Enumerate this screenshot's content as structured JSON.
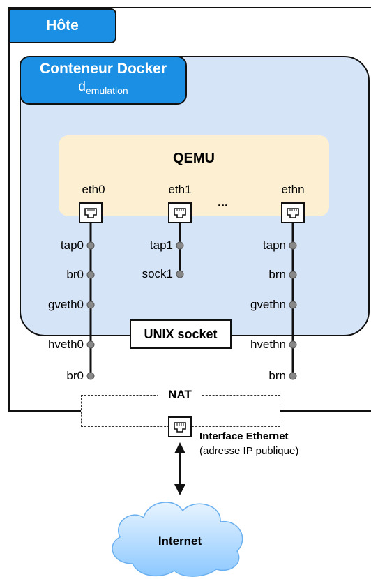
{
  "host": {
    "label": "Hôte"
  },
  "docker": {
    "title": "Conteneur Docker",
    "subtitle_main": "d",
    "subtitle_sub": "emulation"
  },
  "qemu": {
    "label": "QEMU",
    "ellipsis": "..."
  },
  "interfaces": {
    "eth0": "eth0",
    "eth1": "eth1",
    "ethn": "ethn",
    "tap0": "tap0",
    "br0_inner": "br0",
    "gveth0": "gveth0",
    "hveth0": "hveth0",
    "br0_host": "br0",
    "tap1": "tap1",
    "sock1": "sock1",
    "tapn": "tapn",
    "brn_inner": "brn",
    "gvethn": "gvethn",
    "hvethn": "hvethn",
    "brn_host": "brn"
  },
  "unix_socket": {
    "label": "UNIX socket"
  },
  "nat": {
    "label": "NAT"
  },
  "ethernet": {
    "title": "Interface Ethernet",
    "subtitle": "(adresse IP publique)"
  },
  "internet": {
    "label": "Internet"
  },
  "colors": {
    "host_tab": "#1a8fe3",
    "docker_bg": "#d6e4f7",
    "qemu_bg": "#fdf0d2",
    "cloud": "#bfe0ff",
    "connector": "#111111",
    "dot": "#888888"
  }
}
